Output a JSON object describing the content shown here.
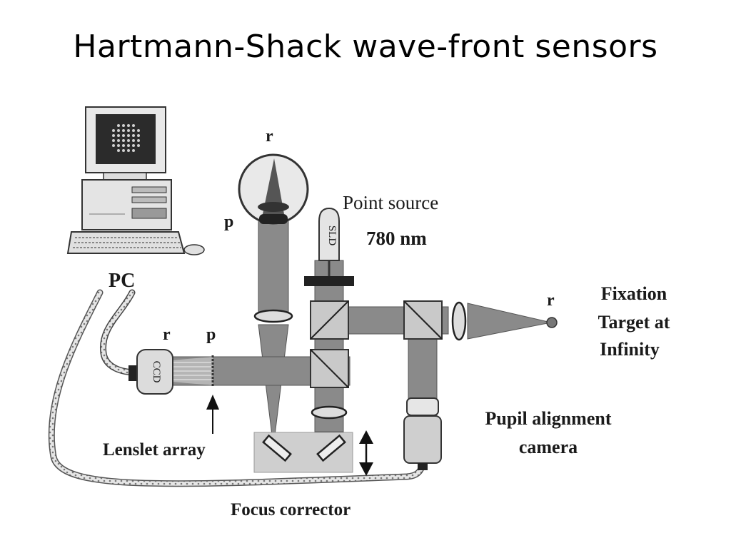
{
  "title": "Hartmann-Shack wave-front sensors",
  "labels": {
    "pc": "PC",
    "point_source": "Point source",
    "wavelength": "780 nm",
    "sld": "SLD",
    "ccd": "CCD",
    "retina_eye": "r",
    "pupil_eye": "p",
    "retina_ccd": "r",
    "pupil_lenslet": "p",
    "retina_target": "r",
    "fixation_line1": "Fixation",
    "fixation_line2": "Target at",
    "fixation_line3": "Infinity",
    "lenslet_array": "Lenslet array",
    "pupil_camera_line1": "Pupil alignment",
    "pupil_camera_line2": "camera",
    "focus_corrector": "Focus corrector"
  },
  "colors": {
    "beam": "#8a8a8a",
    "component": "#cfcfcf",
    "stroke": "#333333",
    "cable": "#d6d6d6"
  }
}
